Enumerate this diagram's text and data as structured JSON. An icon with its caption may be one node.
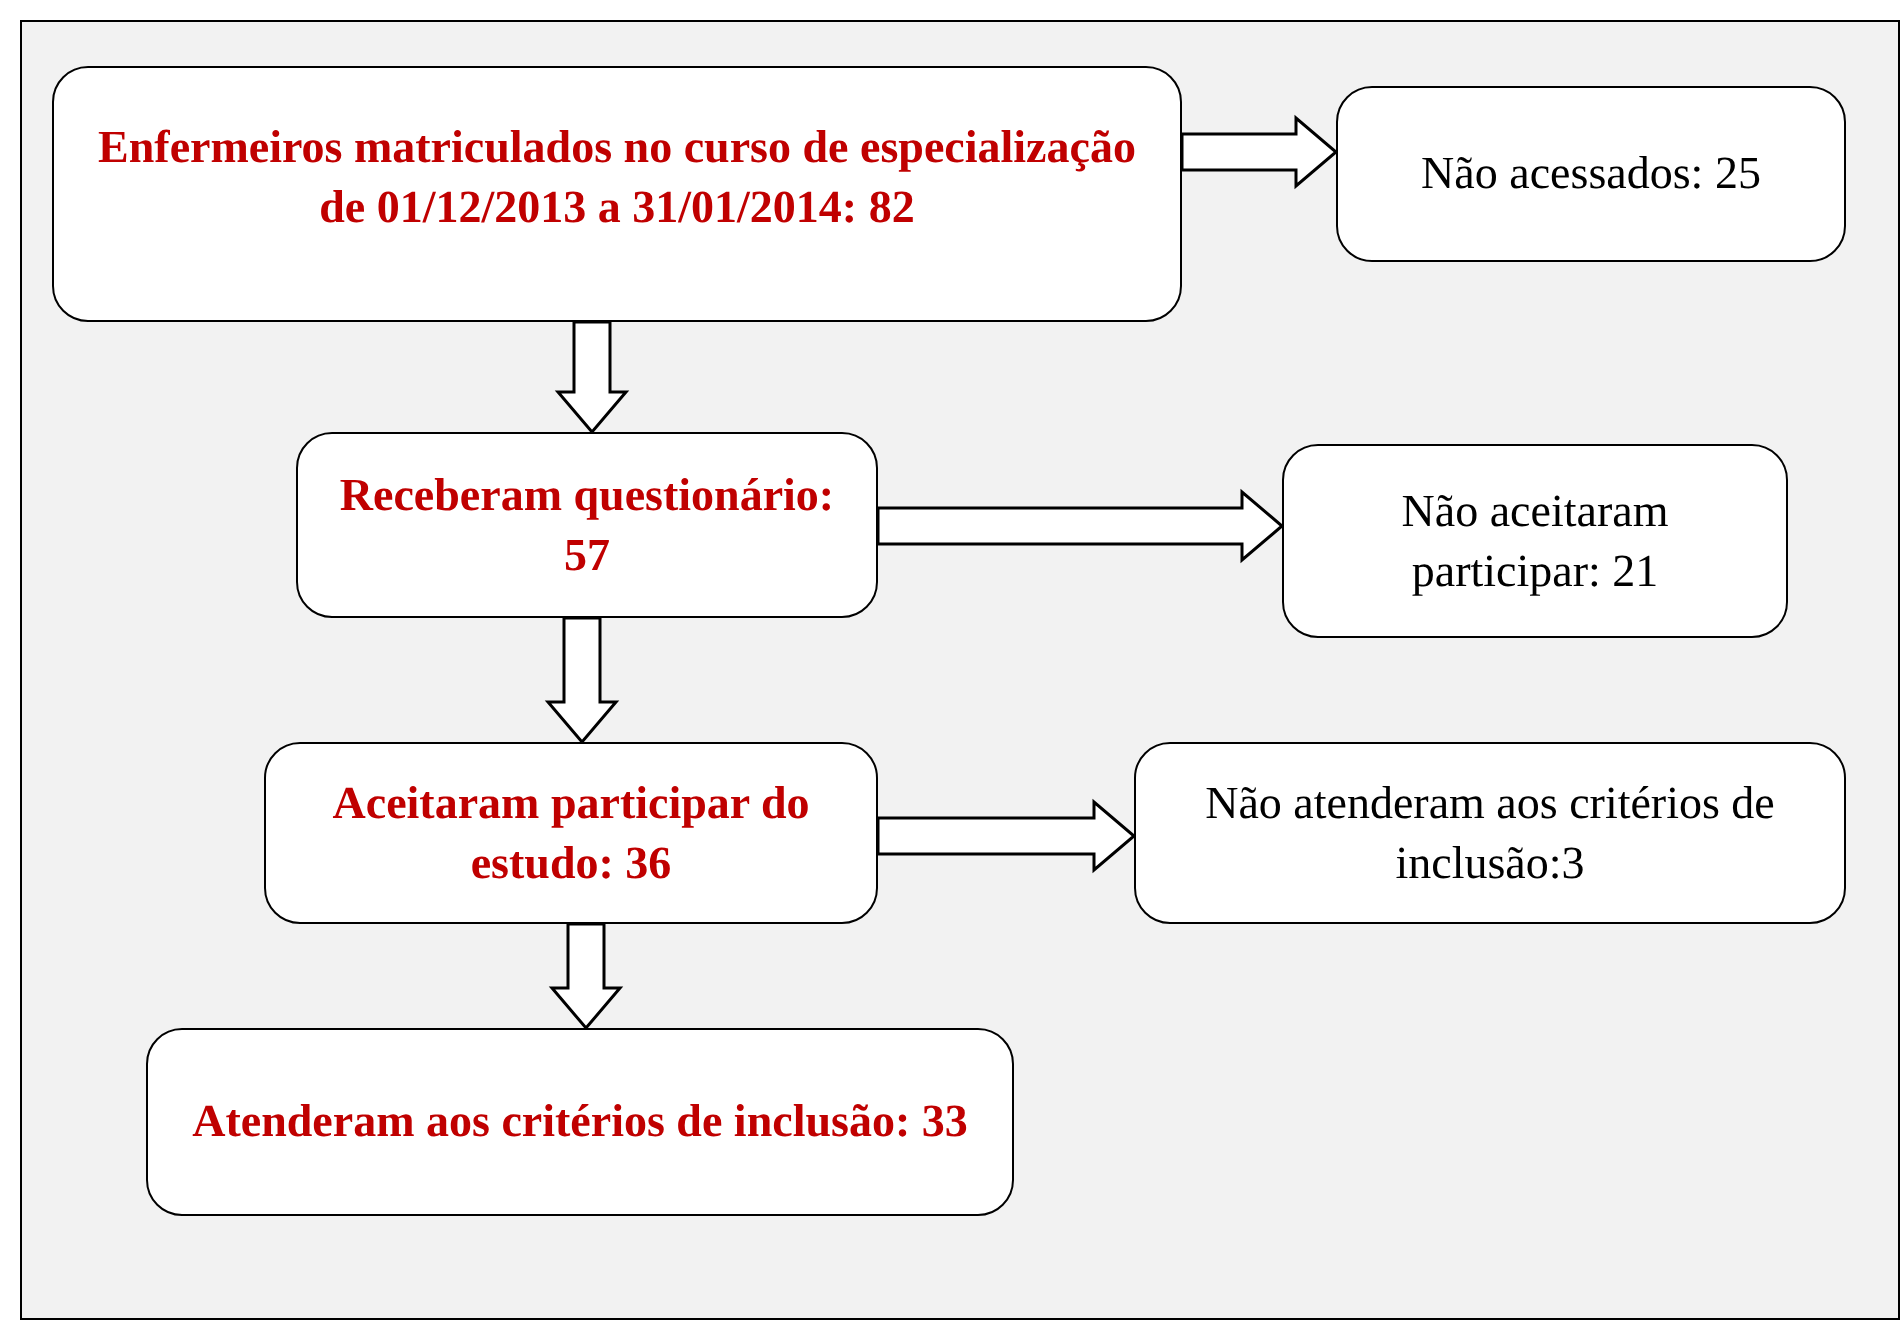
{
  "diagram": {
    "nodes": [
      {
        "text": [
          "Enfermeiros matriculados no curso de especialização de 01/12/2013 a 31/01/2014: 82"
        ]
      },
      {
        "text": [
          "Não acessados: 25"
        ]
      },
      {
        "text": [
          "Receberam questionário: 57"
        ]
      },
      {
        "text": [
          "Não aceitaram participar: 21"
        ]
      },
      {
        "text": [
          "Aceitaram participar do estudo: 36"
        ]
      },
      {
        "text": [
          "Não atenderam aos critérios de inclusão:3"
        ]
      },
      {
        "text": [
          "Atenderam aos critérios de inclusão: 33"
        ]
      }
    ],
    "edges": [
      {
        "from": 0,
        "to": 1,
        "arrow": "to"
      },
      {
        "from": 0,
        "to": 2,
        "arrow": "to"
      },
      {
        "from": 2,
        "to": 3,
        "arrow": "to"
      },
      {
        "from": 2,
        "to": 4,
        "arrow": "to"
      },
      {
        "from": 4,
        "to": 5,
        "arrow": "to"
      },
      {
        "from": 4,
        "to": 6,
        "arrow": "to"
      }
    ]
  }
}
